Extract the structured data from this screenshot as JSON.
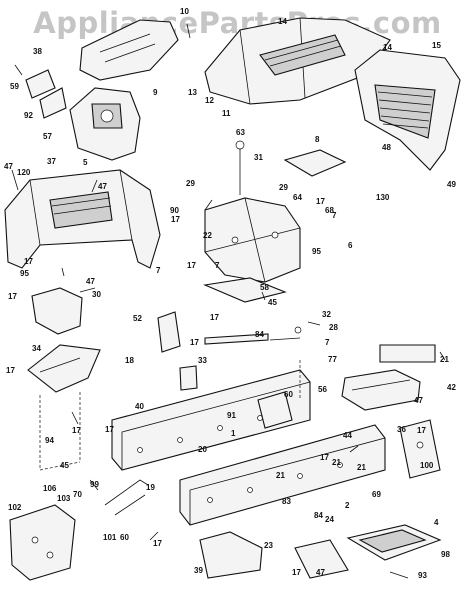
{
  "watermark": "AppliancePartsPros.com",
  "callouts": [
    {
      "id": "c-10a",
      "text": "10"
    },
    {
      "id": "c-14a",
      "text": "14"
    },
    {
      "id": "c-14b",
      "text": "14"
    },
    {
      "id": "c-15",
      "text": "15"
    },
    {
      "id": "c-38",
      "text": "38"
    },
    {
      "id": "c-59",
      "text": "59"
    },
    {
      "id": "c-92",
      "text": "92"
    },
    {
      "id": "c-9",
      "text": "9"
    },
    {
      "id": "c-13",
      "text": "13"
    },
    {
      "id": "c-12",
      "text": "12"
    },
    {
      "id": "c-11",
      "text": "11"
    },
    {
      "id": "c-57",
      "text": "57"
    },
    {
      "id": "c-5",
      "text": "5"
    },
    {
      "id": "c-47a",
      "text": "47"
    },
    {
      "id": "c-120",
      "text": "120"
    },
    {
      "id": "c-37",
      "text": "37"
    },
    {
      "id": "c-47b",
      "text": "47"
    },
    {
      "id": "c-63",
      "text": "63"
    },
    {
      "id": "c-31",
      "text": "31"
    },
    {
      "id": "c-8",
      "text": "8"
    },
    {
      "id": "c-48",
      "text": "48"
    },
    {
      "id": "c-49",
      "text": "49"
    },
    {
      "id": "c-130",
      "text": "130"
    },
    {
      "id": "c-29a",
      "text": "29"
    },
    {
      "id": "c-29b",
      "text": "29"
    },
    {
      "id": "c-64",
      "text": "64"
    },
    {
      "id": "c-17a",
      "text": "17"
    },
    {
      "id": "c-90",
      "text": "90"
    },
    {
      "id": "c-17b",
      "text": "17"
    },
    {
      "id": "c-68",
      "text": "68"
    },
    {
      "id": "c-7a",
      "text": "7"
    },
    {
      "id": "c-22",
      "text": "22"
    },
    {
      "id": "c-6",
      "text": "6"
    },
    {
      "id": "c-95a",
      "text": "95"
    },
    {
      "id": "c-17c",
      "text": "17"
    },
    {
      "id": "c-95b",
      "text": "95"
    },
    {
      "id": "c-47c",
      "text": "47"
    },
    {
      "id": "c-7b",
      "text": "7"
    },
    {
      "id": "c-17d",
      "text": "17"
    },
    {
      "id": "c-7c",
      "text": "7"
    },
    {
      "id": "c-58",
      "text": "58"
    },
    {
      "id": "c-17e",
      "text": "17"
    },
    {
      "id": "c-30",
      "text": "30"
    },
    {
      "id": "c-45",
      "text": "45"
    },
    {
      "id": "c-52",
      "text": "52"
    },
    {
      "id": "c-17f",
      "text": "17"
    },
    {
      "id": "c-32",
      "text": "32"
    },
    {
      "id": "c-84",
      "text": "84"
    },
    {
      "id": "c-28",
      "text": "28"
    },
    {
      "id": "c-34",
      "text": "34"
    },
    {
      "id": "c-17g",
      "text": "17"
    },
    {
      "id": "c-7d",
      "text": "7"
    },
    {
      "id": "c-21a",
      "text": "21"
    },
    {
      "id": "c-17h",
      "text": "17"
    },
    {
      "id": "c-18",
      "text": "18"
    },
    {
      "id": "c-33",
      "text": "33"
    },
    {
      "id": "c-77",
      "text": "77"
    },
    {
      "id": "c-42",
      "text": "42"
    },
    {
      "id": "c-56",
      "text": "56"
    },
    {
      "id": "c-40",
      "text": "40"
    },
    {
      "id": "c-60",
      "text": "60"
    },
    {
      "id": "c-47d",
      "text": "47"
    },
    {
      "id": "c-17i",
      "text": "17"
    },
    {
      "id": "c-94",
      "text": "94"
    },
    {
      "id": "c-91",
      "text": "91"
    },
    {
      "id": "c-17j",
      "text": "17"
    },
    {
      "id": "c-1",
      "text": "1"
    },
    {
      "id": "c-44",
      "text": "44"
    },
    {
      "id": "c-17k",
      "text": "17"
    },
    {
      "id": "c-36",
      "text": "36"
    },
    {
      "id": "c-20",
      "text": "20"
    },
    {
      "id": "c-45b",
      "text": "45"
    },
    {
      "id": "c-17l",
      "text": "17"
    },
    {
      "id": "c-21b",
      "text": "21"
    },
    {
      "id": "c-21c",
      "text": "21"
    },
    {
      "id": "c-100",
      "text": "100"
    },
    {
      "id": "c-99",
      "text": "99"
    },
    {
      "id": "c-19",
      "text": "19"
    },
    {
      "id": "c-106",
      "text": "106"
    },
    {
      "id": "c-21d",
      "text": "21"
    },
    {
      "id": "c-69",
      "text": "69"
    },
    {
      "id": "c-103",
      "text": "103"
    },
    {
      "id": "c-70",
      "text": "70"
    },
    {
      "id": "c-83",
      "text": "83"
    },
    {
      "id": "c-84b",
      "text": "84"
    },
    {
      "id": "c-2",
      "text": "2"
    },
    {
      "id": "c-102",
      "text": "102"
    },
    {
      "id": "c-60b",
      "text": "60"
    },
    {
      "id": "c-24",
      "text": "24"
    },
    {
      "id": "c-4",
      "text": "4"
    },
    {
      "id": "c-101",
      "text": "101"
    },
    {
      "id": "c-17m",
      "text": "17"
    },
    {
      "id": "c-23",
      "text": "23"
    },
    {
      "id": "c-98",
      "text": "98"
    },
    {
      "id": "c-39",
      "text": "39"
    },
    {
      "id": "c-17n",
      "text": "17"
    },
    {
      "id": "c-47e",
      "text": "47"
    },
    {
      "id": "c-93",
      "text": "93"
    }
  ]
}
